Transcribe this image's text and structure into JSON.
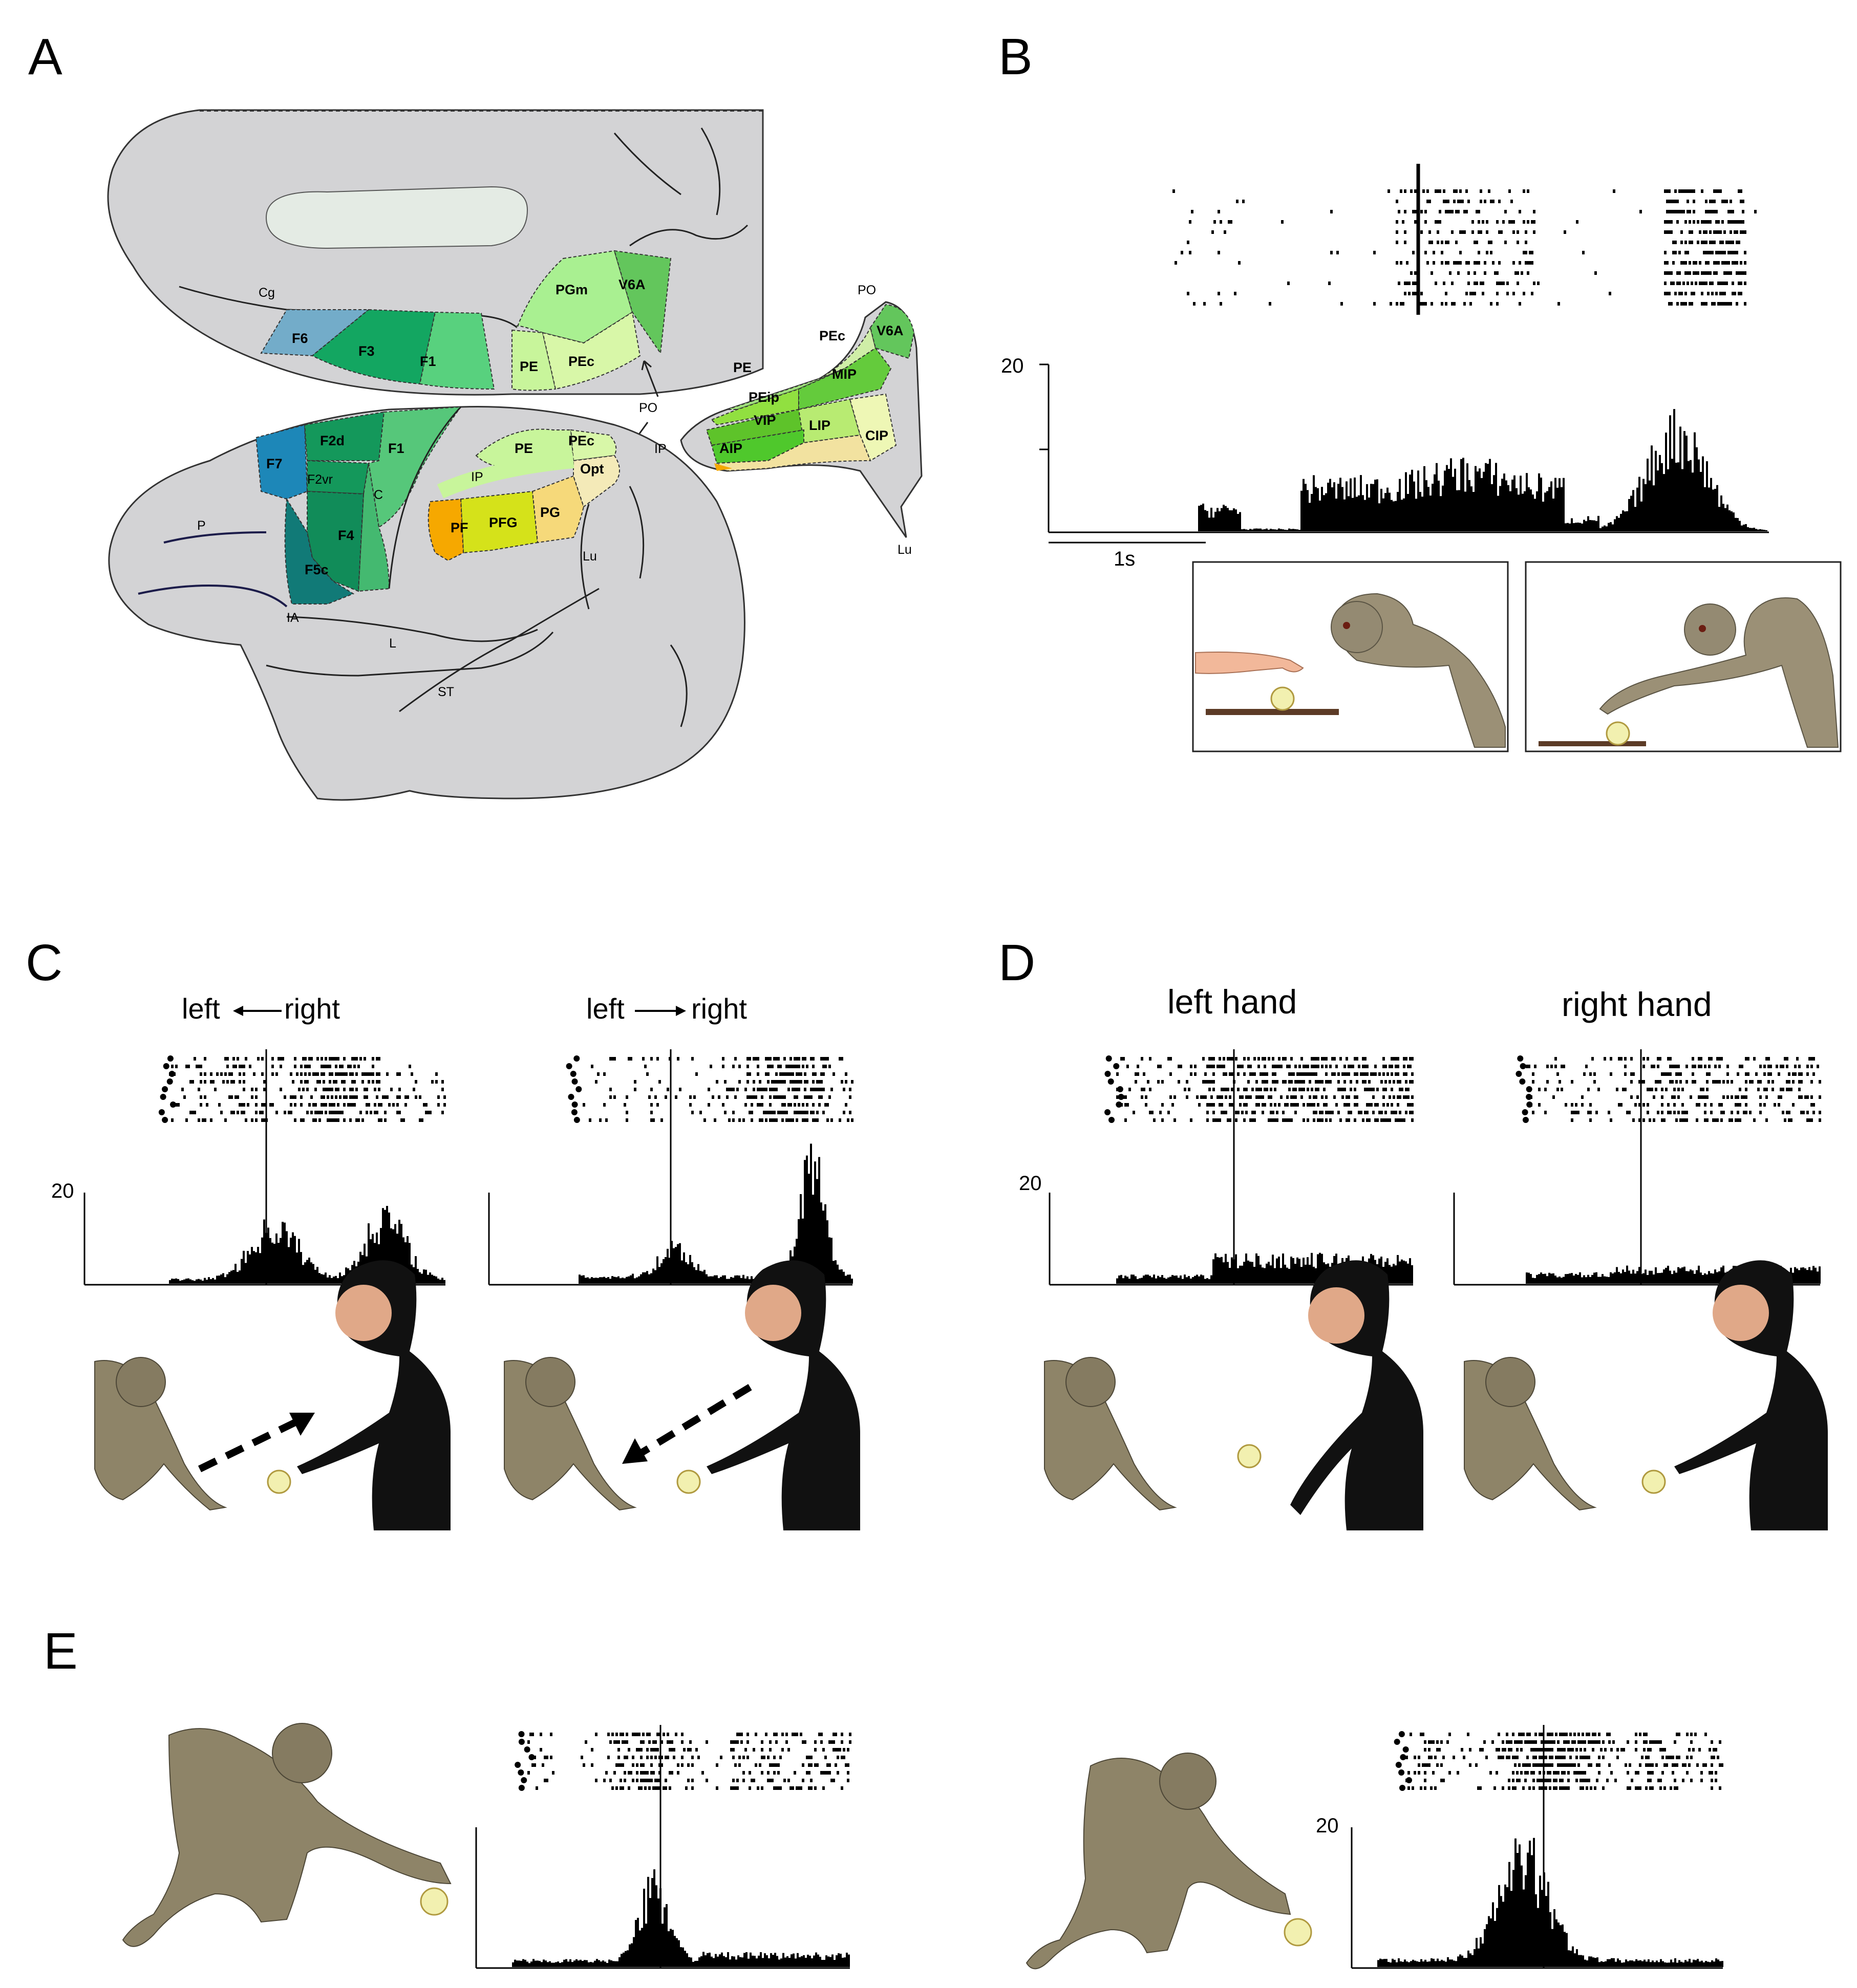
{
  "panels": {
    "A": "A",
    "B": "B",
    "C": "C",
    "D": "D",
    "E": "E"
  },
  "brain_medial_labels": {
    "cg": "Cg",
    "f6": "F6",
    "f3": "F3",
    "f1": "F1",
    "pgm": "PGm",
    "v6a": "V6A",
    "pe": "PE",
    "pec": "PEc",
    "po": "PO"
  },
  "brain_lateral_labels": {
    "f7": "F7",
    "f2d": "F2d",
    "f2vr": "F2vr",
    "f1": "F1",
    "c": "C",
    "f4": "F4",
    "f5c": "F5c",
    "ia": "IA",
    "p": "P",
    "l": "L",
    "st": "ST",
    "ip": "IP",
    "pe": "PE",
    "pec": "PEc",
    "opt": "Opt",
    "pf": "PF",
    "pfg": "PFG",
    "pg": "PG",
    "lu": "Lu"
  },
  "ips_labels": {
    "po": "PO",
    "pec": "PEc",
    "v6a": "V6A",
    "pe": "PE",
    "mip": "MIP",
    "peip": "PEip",
    "vip": "VIP",
    "lip": "LIP",
    "cip": "CIP",
    "aip": "AIP",
    "ip": "IP",
    "lu": "Lu"
  },
  "area_colors": {
    "f6": "#73acc9",
    "f3": "#13a661",
    "f1": "#58d17e",
    "pgm": "#a9f091",
    "v6a": "#63c65c",
    "pe": "#c8f59b",
    "pec": "#d8f7a8",
    "f7": "#1d87b8",
    "f2d": "#14985b",
    "f2vr": "#14985b",
    "f4": "#118c59",
    "f5c": "#117a77",
    "c_region": "#56c77a",
    "opt": "#f4eab8",
    "pf": "#f6a800",
    "pfg": "#d5e21a",
    "pg": "#f6d97a",
    "mip": "#64cb3c",
    "peip": "#91e040",
    "vip": "#5ec32a",
    "lip": "#b8eb72",
    "cip": "#eef7b5",
    "aip": "#4fc82c",
    "brain": "#d3d3d5"
  },
  "panel_b": {
    "scale_max": "20",
    "time_bar": "1s"
  },
  "panel_c": {
    "scale_max": "20",
    "cond1_left": "left",
    "cond1_right": "right",
    "cond2_left": "left",
    "cond2_right": "right"
  },
  "panel_d": {
    "scale_max": "20",
    "left_title": "left hand",
    "right_title": "right hand"
  },
  "panel_e": {
    "scale_max": "20"
  }
}
